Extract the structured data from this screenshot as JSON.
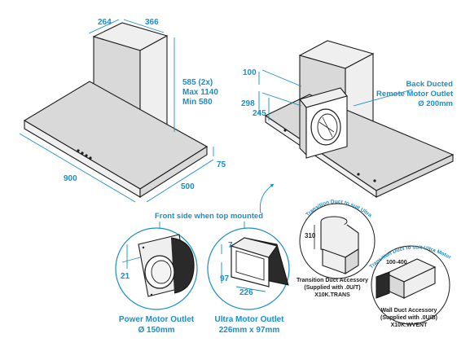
{
  "colors": {
    "accent": "#1a8fc8",
    "ink": "#1c1c1c",
    "fill": "#d9d9d9"
  },
  "hood_dimensions": {
    "top_depth": "264",
    "top_width": "366",
    "height_line1": "585 (2x)",
    "height_line2": "Max 1140",
    "height_line3": "Min 580",
    "canopy_height": "75",
    "width": "900",
    "depth": "500"
  },
  "remote_outlet": {
    "dim_100": "100",
    "dim_298": "298",
    "dim_245": "245",
    "label_line1": "Back Ducted",
    "label_line2": "Remote Motor Outlet",
    "label_line3": "Ø 200mm"
  },
  "front_side_note": "Front side when top mounted",
  "power_outlet": {
    "dim": "21",
    "label_line1": "Power Motor Outlet",
    "label_line2": "Ø 150mm"
  },
  "ultra_outlet": {
    "dim_7": "7",
    "dim_97": "97",
    "dim_226": "226",
    "label_line1": "Ultra Motor Outlet",
    "label_line2": "226mm x 97mm"
  },
  "transition_accessory": {
    "arc_text": "Transition Duct to suit Ultra Motor (Top Duct)",
    "dim": "310",
    "label_line1": "Transition Duct Accessory",
    "label_line2": "(Supplied with .0U/T)",
    "label_line3": "X10K.TRANS"
  },
  "wall_accessory": {
    "arc_text": "Transition Duct to suit Ultra Motor (Rear Duct)",
    "dim": "100-400",
    "label_line1": "Wall Duct Accessory",
    "label_line2": "(Supplied with .0U/B)",
    "label_line3": "X10K.WVENT"
  }
}
